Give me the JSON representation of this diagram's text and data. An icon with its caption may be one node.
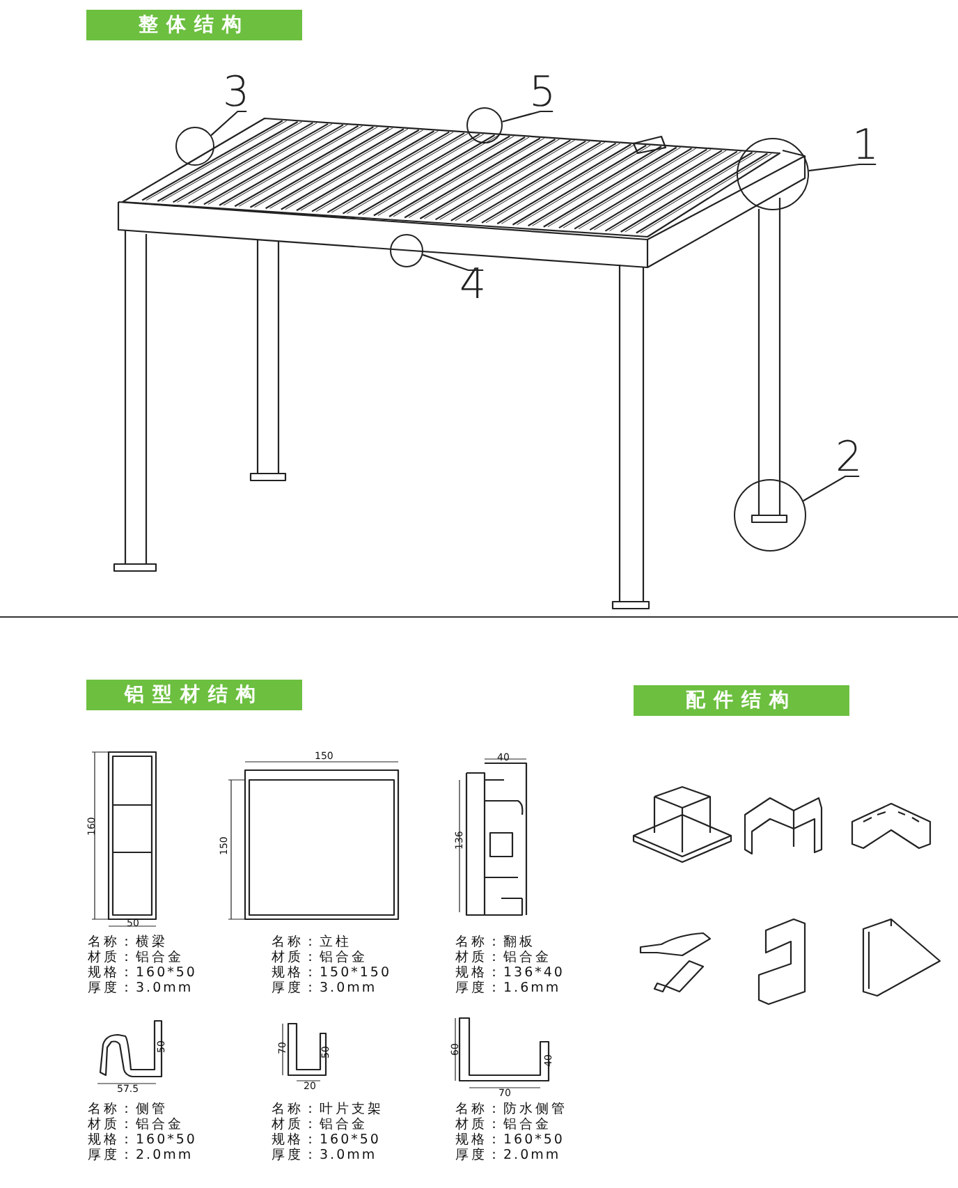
{
  "diagram": {
    "nodes": [
      {
        "text": [
          "整体结构"
        ]
      },
      {
        "text": [
          "3"
        ]
      },
      {
        "text": [],
        "shape": "circle"
      },
      {
        "text": [
          "5"
        ]
      },
      {
        "text": [],
        "shape": "circle"
      },
      {
        "text": [
          "1"
        ]
      },
      {
        "text": [],
        "shape": "circle"
      },
      {
        "text": [
          "4"
        ]
      },
      {
        "text": [],
        "shape": "circle"
      },
      {
        "text": [
          "2"
        ]
      },
      {
        "text": [],
        "shape": "circle"
      },
      {
        "text": [
          "铝型材结构"
        ]
      },
      {
        "text": [
          "配件结构"
        ]
      }
    ],
    "edges": [
      {
        "from": 1,
        "to": 2,
        "arrow": "none"
      },
      {
        "from": 3,
        "to": 4,
        "arrow": "none"
      },
      {
        "from": 5,
        "to": 6,
        "arrow": "none"
      },
      {
        "from": 7,
        "to": 8,
        "arrow": "none"
      },
      {
        "from": 9,
        "to": 10,
        "arrow": "none"
      }
    ],
    "labels": [
      "160",
      "50",
      "150",
      "150",
      "40",
      "136",
      "名称：横梁",
      "材质：铝合金",
      "规格：160*50",
      "厚度：3.0mm",
      "名称：立柱",
      "材质：铝合金",
      "规格：150*150",
      "厚度：3.0mm",
      "名称：翻板",
      "材质：铝合金",
      "规格：136*40",
      "厚度：1.6mm",
      "50",
      "57.5",
      "70",
      "50",
      "20",
      "60",
      "40",
      "70",
      "名称：侧管",
      "材质：铝合金",
      "规格：160*50",
      "厚度：2.0mm",
      "名称：叶片支架",
      "材质：铝合金",
      "规格：160*50",
      "厚度：3.0mm",
      "名称：防水侧管",
      "材质：铝合金",
      "规格：160*50",
      "厚度：2.0mm"
    ]
  }
}
